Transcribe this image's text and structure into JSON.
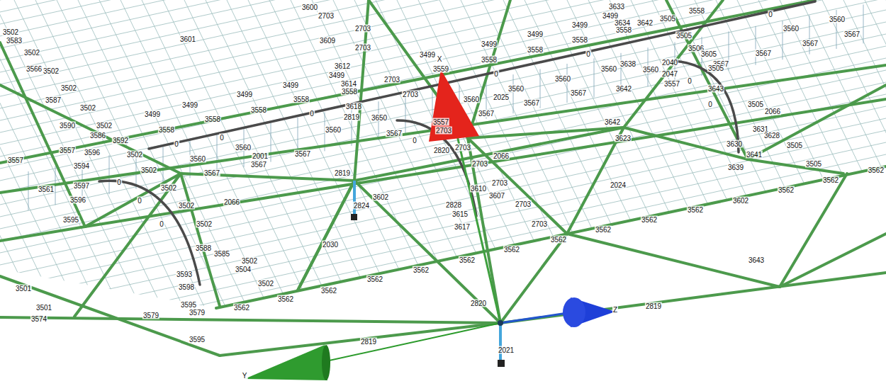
{
  "diagram": {
    "labels": [
      "3502",
      "3583",
      "3502",
      "3566",
      "3502",
      "3502",
      "3587",
      "3502",
      "3590",
      "3502",
      "3586",
      "3592",
      "3557",
      "3557",
      "3596",
      "3594",
      "3502",
      "3561",
      "3597",
      "3596",
      "3595",
      "3502",
      "3502",
      "3499",
      "3558",
      "3558",
      "3499",
      "3601",
      "3609",
      "3600",
      "2703",
      "2703",
      "2703",
      "3612",
      "3499",
      "3499",
      "3499",
      "3558",
      "3558",
      "3614",
      "3558",
      "3618",
      "2819",
      "2819",
      "3560",
      "3560",
      "3560",
      "2001",
      "3567",
      "3567",
      "3567",
      "3567",
      "3602",
      "2824",
      "0",
      "0",
      "0",
      "0",
      "0",
      "0",
      "0",
      "2066",
      "3502",
      "3502",
      "3588",
      "3585",
      "3502",
      "3504",
      "3593",
      "3598",
      "3595",
      "3579",
      "3579",
      "3574",
      "3501",
      "3501",
      "3502",
      "3562",
      "3562",
      "3562",
      "3562",
      "3562",
      "3562",
      "3562",
      "3562",
      "3562",
      "3562",
      "3562",
      "3562",
      "3562",
      "3562",
      "2030",
      "2820",
      "2819",
      "2819",
      "3595",
      "2021",
      "3643",
      "3602",
      "3559",
      "3558",
      "3558",
      "3558",
      "3499",
      "3499",
      "3499",
      "0",
      "0",
      "0",
      "3560",
      "3560",
      "3560",
      "2025",
      "3560",
      "3567",
      "3567",
      "3567",
      "3567",
      "3567",
      "3567",
      "3560",
      "3558",
      "3567",
      "3560",
      "3499",
      "3558",
      "3633",
      "3634",
      "3642",
      "3505",
      "3505",
      "3638",
      "3642",
      "3560",
      "2040",
      "2047",
      "3557",
      "3642",
      "3623",
      "2024",
      "3506",
      "3605",
      "3505",
      "3643",
      "0",
      "0",
      "3505",
      "2066",
      "3631",
      "3628",
      "3505",
      "3630",
      "3641",
      "3639",
      "3505",
      "2703",
      "3557",
      "2820",
      "2703",
      "2066",
      "2703",
      "2703",
      "3610",
      "3607",
      "2828",
      "3615",
      "3617",
      "2703",
      "2703",
      "3650",
      "2703",
      "2703",
      "3499",
      "X",
      "Y",
      "Z"
    ]
  }
}
